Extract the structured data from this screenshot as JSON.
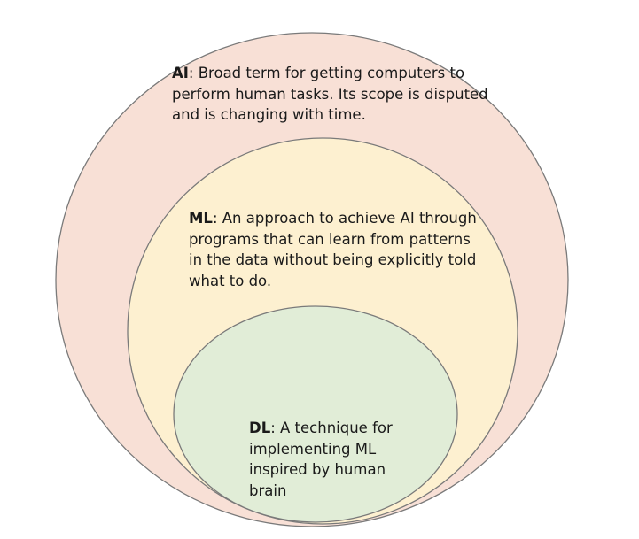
{
  "circles": [
    {
      "id": "ai",
      "term": "AI",
      "separator": ":",
      "description": " Broad term for getting computers to perform human tasks. Its scope is disputed and is changing with time.",
      "fill": "#f8e0d6",
      "stroke": "#7a7a7a"
    },
    {
      "id": "ml",
      "term": "ML",
      "separator": ":",
      "description": " An approach to achieve AI through programs that can learn from patterns in the data without being explicitly told what to do.",
      "fill": "#fdf0d0",
      "stroke": "#7a7a7a"
    },
    {
      "id": "dl",
      "term": "DL",
      "separator": ":",
      "description": " A technique for implementing ML inspired by human brain",
      "fill": "#e1edd7",
      "stroke": "#7a7a7a"
    }
  ]
}
